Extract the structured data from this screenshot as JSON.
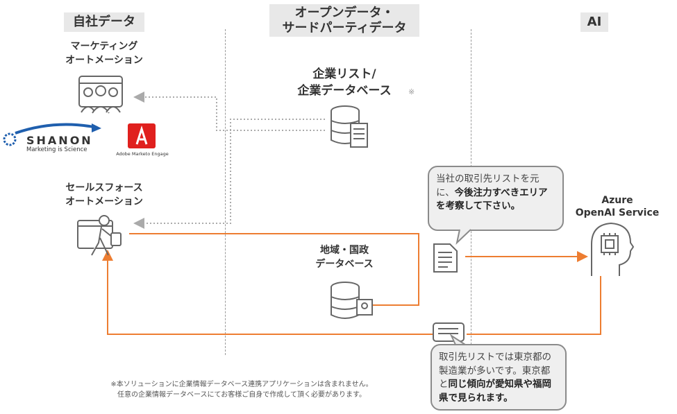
{
  "headers": {
    "own_data": "自社データ",
    "open_data_line1": "オープンデータ・",
    "open_data_line2": "サードパーティデータ",
    "ai": "AI"
  },
  "nodes": {
    "marketing_line1": "マーケティング",
    "marketing_line2": "オートメーション",
    "sales_line1": "セールスフォース",
    "sales_line2": "オートメーション",
    "company_db_line1": "企業リスト/",
    "company_db_line2": "企業データベース",
    "company_db_mark": "※",
    "region_db_line1": "地域・国政",
    "region_db_line2": "データベース",
    "azure_line1": "Azure",
    "azure_line2": "OpenAI Service"
  },
  "logos": {
    "shanon_name": "SHANON",
    "shanon_tagline": "Marketing is Science",
    "adobe_name": "Adobe Marketo Engage"
  },
  "bubbles": {
    "prompt_pre": "当社の取引先リストを元に、",
    "prompt_bold": "今後注力すべきエリアを考察して下さい。",
    "answer_pre": "取引先リストでは東京都の製造業が多いです。東京都と",
    "answer_bold": "同じ傾向が愛知県や福岡県で見られます。"
  },
  "footnote": {
    "line1": "※本ソリューションに企業情報データベース連携アプリケーションは含まれません。",
    "line2": "任意の企業情報データベースにてお客様ご自身で作成して頂く必要があります。"
  },
  "colors": {
    "accent": "#ed7d31",
    "adobe_red": "#e0201e",
    "shanon_blue": "#1f5fae",
    "header_bg": "#e8e8e8"
  },
  "icons": [
    "users-screen-icon",
    "database-server-icon",
    "salesperson-icon",
    "database-pin-icon",
    "document-icon",
    "chat-message-icon",
    "ai-head-icon"
  ]
}
